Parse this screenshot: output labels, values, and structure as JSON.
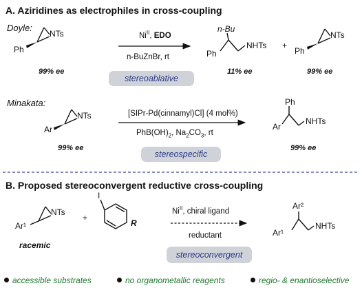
{
  "section_a": {
    "title": "A. Aziridines as electrophiles in cross-coupling",
    "doyle": {
      "author": "Doyle:",
      "reactant_ee": "99% ee",
      "cond_catalyst_pre": "Ni",
      "cond_catalyst_sup": "II",
      "cond_catalyst_post": ", ",
      "cond_additive": "EDO",
      "cond_reagent": "n-BuZnBr, rt",
      "tag": "stereoablative",
      "product1_ee": "11% ee",
      "product2_ee": "99% ee",
      "plus": "+"
    },
    "minakata": {
      "author": "Minakata:",
      "reactant_ee": "99% ee",
      "cond_catalyst": "[SIPr-Pd(cinnamyl)Cl] (4 mol%)",
      "cond_reagent_html": "PhB(OH)<sub>2</sub>, Na<sub>2</sub>CO<sub>3</sub>, rt",
      "tag": "stereospecific",
      "product_ee": "99% ee"
    }
  },
  "section_b": {
    "title": "B. Proposed stereoconvergent reductive cross-coupling",
    "racemic": "racemic",
    "plus": "+",
    "cond_catalyst_pre": "Ni",
    "cond_catalyst_sup": "II",
    "cond_catalyst_post": ", chiral ligand",
    "cond_reagent": "reductant",
    "tag": "stereoconvergent"
  },
  "features": [
    "accessible substrates",
    "no organometallic reagents",
    "regio- & enantioselective"
  ],
  "labels": {
    "nts": "NTs",
    "nhts": "NHTs",
    "ph": "Ph",
    "ar": "Ar",
    "nbu": "n-Bu",
    "ar1": "Ar¹",
    "ar2": "Ar²",
    "i": "I",
    "r": "R"
  },
  "colors": {
    "pill_bg": "#cfd3d9",
    "pill_text": "#2c3a86",
    "feature_text": "#1f7a2e",
    "divider": "#3b4a9a"
  }
}
